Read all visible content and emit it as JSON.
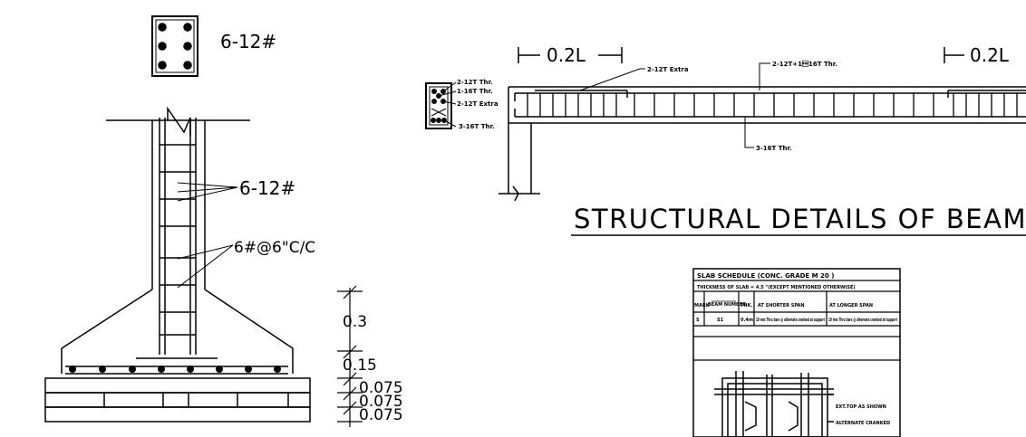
{
  "footing": {
    "column_bars_top": "6-12#",
    "column_bars_mid": "6-12#",
    "ties": "6#@6\"C/C",
    "dims": [
      "0.3",
      "0.15",
      "0.075",
      "0.075",
      "0.075"
    ]
  },
  "beam": {
    "span_left": "0.2L",
    "span_right": "0.2L",
    "label_top_extra": "2-12T Extra",
    "label_top_thru": "2-12T+1\u000216T Thr.",
    "label_bottom_thru": "3-16T Thr.",
    "section_labels": [
      "2-12T Thr.",
      "1-16T Thr.",
      "2-12T Extra",
      "3-16T Thr."
    ],
    "title": "STRUCTURAL DETAILS OF BEAM"
  },
  "slab": {
    "title": "SLAB SCHEDULE (CONC. GRADE M 20 )",
    "thickness": "THICKNESS OF SLAB = 4.5 \"(EXCEPT MENTIONED OTHERWISE)",
    "headers": [
      "MARK",
      "BEAM NUMBER",
      "THK.",
      "AT SHORTER SPAN",
      "AT LONGER SPAN"
    ],
    "row": [
      "S",
      "S1",
      "0.4m",
      "10 mm Thru bars @ alternate cranked at support",
      "10 mm Thru bars @ alternate cranked at support"
    ],
    "note1": "EXT.TOP AS SHOWN",
    "note2": "ALTERNATE CRANKED"
  }
}
